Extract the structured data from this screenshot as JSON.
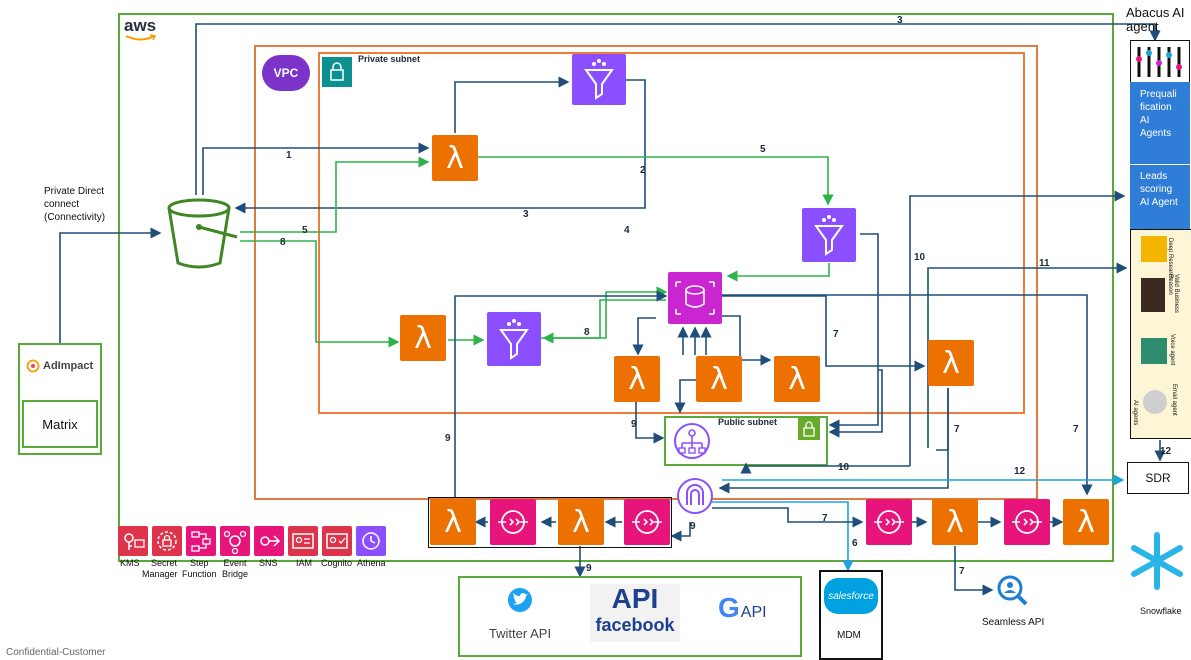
{
  "aws": {
    "logo": "aws"
  },
  "vpc": {
    "label": "VPC"
  },
  "private_subnet": {
    "label": "Private subnet"
  },
  "public_subnet": {
    "label": "Public subnet"
  },
  "direct_connect": {
    "label_lines": [
      "Private Direct",
      "connect",
      "(Connectivity)"
    ]
  },
  "adimpact": {
    "logo_text": "AdImpact",
    "matrix_label": "Matrix"
  },
  "abacus": {
    "title_lines": [
      "Abacus AI",
      "agent"
    ]
  },
  "agents": {
    "prequalification": [
      "Prequali",
      "fication",
      "AI",
      "Agents"
    ],
    "leads": [
      "Leads",
      "scoring",
      "AI Agent"
    ],
    "side_items": [
      "Deep Research",
      "Valid Business Reason",
      "Voice agent",
      "Email agent"
    ],
    "side_caption": "AI agents"
  },
  "sdr": {
    "label": "SDR"
  },
  "snowflake": {
    "label": "Snowflake"
  },
  "mdm": {
    "logo": "salesforce",
    "label": "MDM"
  },
  "seamless": {
    "label": "Seamless API"
  },
  "external_apis": {
    "twitter": "Twitter API",
    "facebook_top": "API",
    "facebook_bottom": "facebook",
    "google": "API"
  },
  "services": [
    {
      "name": "KMS"
    },
    {
      "name": "Secret Manager"
    },
    {
      "name": "Step Function"
    },
    {
      "name": "Event Bridge"
    },
    {
      "name": "SNS"
    },
    {
      "name": "IAM"
    },
    {
      "name": "Cognito"
    },
    {
      "name": "Athena"
    }
  ],
  "services_labels": {
    "line1": "KMS  Secret  Step  Event  SNS",
    "kms": "KMS",
    "secret": "Secret",
    "manager": "Manager",
    "step": "Step",
    "function": "Function",
    "event": "Event",
    "bridge": "Bridge",
    "sns": "SNS",
    "iam": "IAM",
    "cognito": "Cognito",
    "athena": "Athena"
  },
  "steps": [
    "1",
    "2",
    "3",
    "3",
    "4",
    "5",
    "5",
    "7",
    "7",
    "7",
    "7",
    "7",
    "8",
    "8",
    "9",
    "9",
    "9",
    "9",
    "10",
    "10",
    "11",
    "12",
    "12",
    "6"
  ],
  "footer": {
    "text": "Confidential-Customer"
  },
  "colors": {
    "aws_border": "#5aaa3a",
    "vpc_border": "#e07a3f",
    "subnet_border": "#ee7c3b",
    "lambda": "#ed7100",
    "purple": "#8c4fff",
    "pink": "#e7157b",
    "arrow_dark": "#1f4e79",
    "arrow_green": "#2db34a",
    "arrow_cyan": "#1fa3e0"
  }
}
